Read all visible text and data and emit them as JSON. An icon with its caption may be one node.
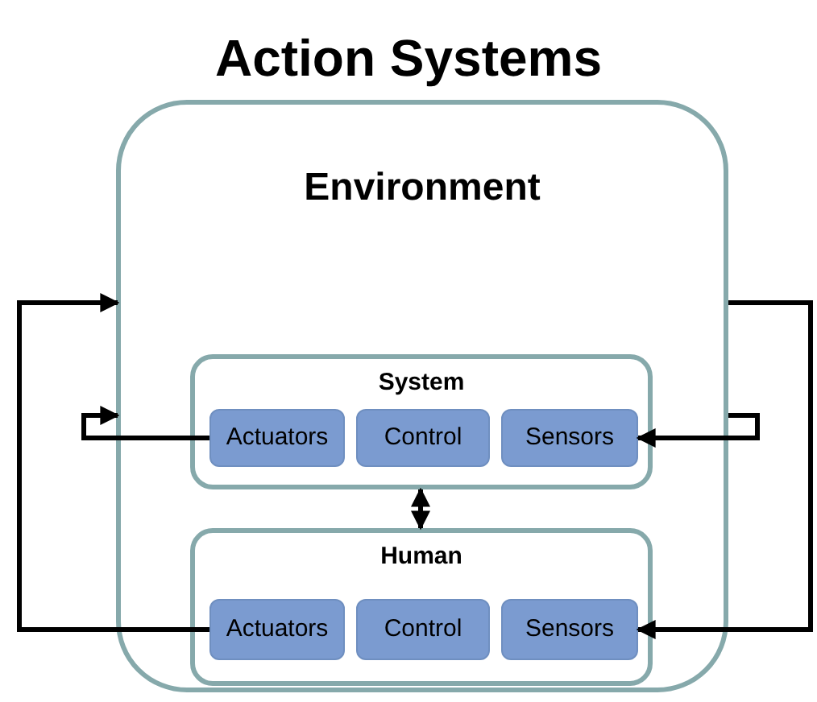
{
  "diagram": {
    "title": "Action Systems",
    "nodes": [
      {
        "text": [
          "Environment"
        ]
      },
      {
        "text": [
          "System"
        ],
        "in": 0
      },
      {
        "text": [
          "Actuators"
        ],
        "in": 1
      },
      {
        "text": [
          "Control"
        ],
        "in": 1
      },
      {
        "text": [
          "Sensors"
        ],
        "in": 1
      },
      {
        "text": [
          "Human"
        ],
        "in": 0
      },
      {
        "text": [
          "Actuators"
        ],
        "in": 5
      },
      {
        "text": [
          "Control"
        ],
        "in": 5
      },
      {
        "text": [
          "Sensors"
        ],
        "in": 5
      }
    ],
    "edges": [
      {
        "from": 2,
        "to": 0,
        "arrow": "to"
      },
      {
        "from": 0,
        "to": 4,
        "arrow": "to"
      },
      {
        "from": 1,
        "to": 5,
        "arrow": "both"
      },
      {
        "from": 6,
        "to": 0,
        "arrow": "to"
      },
      {
        "from": 0,
        "to": 8,
        "arrow": "to"
      }
    ]
  }
}
